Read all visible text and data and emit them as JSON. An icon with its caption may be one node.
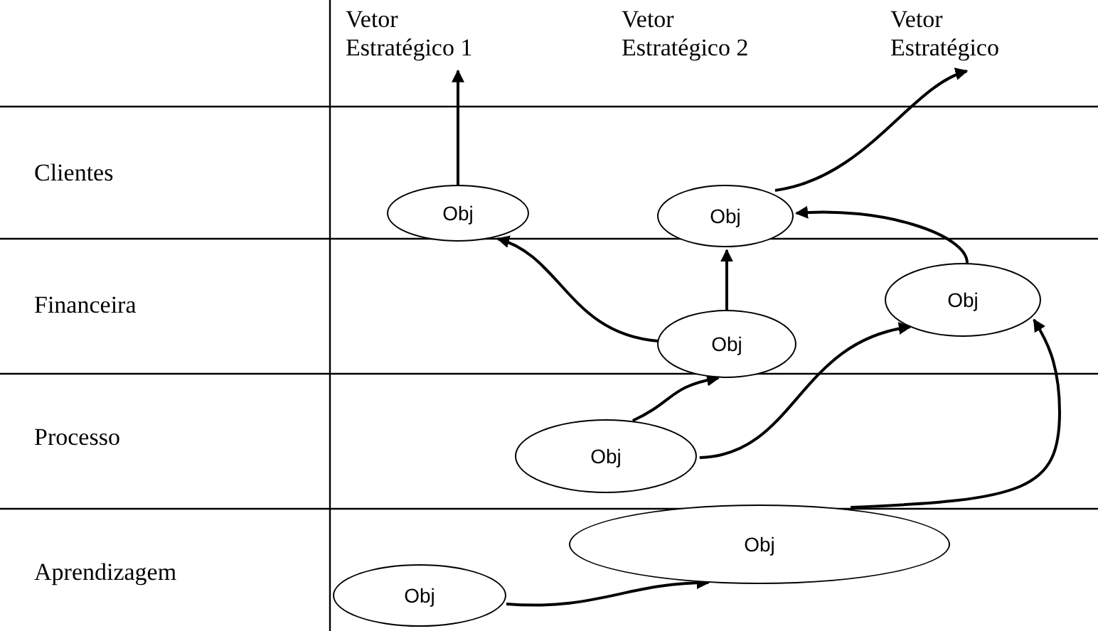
{
  "diagram": {
    "nodes": [
      {
        "text": [
          "Vetor Estratégico 1"
        ]
      },
      {
        "text": [
          "Vetor Estratégico 2"
        ]
      },
      {
        "text": [
          "Vetor Estratégico"
        ]
      },
      {
        "text": [
          "Obj"
        ]
      },
      {
        "text": [
          "Obj"
        ]
      },
      {
        "text": [
          "Obj"
        ]
      },
      {
        "text": [
          "Obj"
        ]
      },
      {
        "text": [
          "Obj"
        ]
      },
      {
        "text": [
          "Obj"
        ]
      },
      {
        "text": [
          "Obj"
        ]
      }
    ],
    "edges": [
      {
        "from": 3,
        "to": 0,
        "arrow": "to"
      },
      {
        "from": 4,
        "to": 2,
        "arrow": "to"
      },
      {
        "from": 6,
        "to": 3,
        "arrow": "to"
      },
      {
        "from": 6,
        "to": 4,
        "arrow": "to"
      },
      {
        "from": 5,
        "to": 4,
        "arrow": "to"
      },
      {
        "from": 7,
        "to": 6,
        "arrow": "to"
      },
      {
        "from": 7,
        "to": 5,
        "arrow": "to"
      },
      {
        "from": 8,
        "to": 5,
        "arrow": "to"
      },
      {
        "from": 9,
        "to": 8,
        "arrow": "to"
      }
    ],
    "labels": [
      "Clientes",
      "Financeira",
      "Processo",
      "Aprendizagem"
    ]
  }
}
